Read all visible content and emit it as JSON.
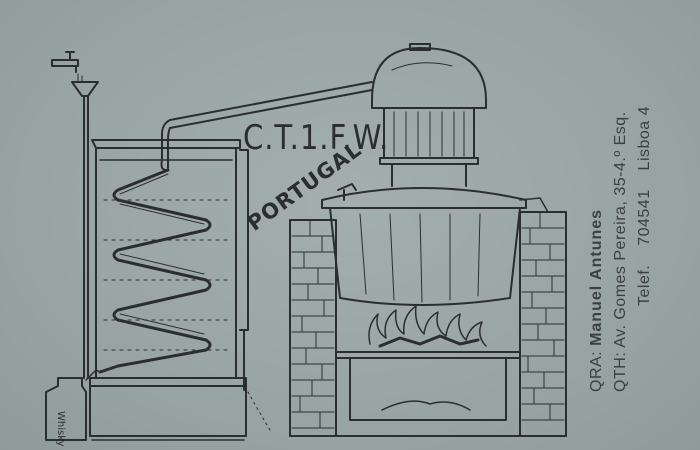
{
  "card": {
    "callsign": "C.T.1.F.W.",
    "country": "PORTUGAL",
    "bottle_label": "Whisky",
    "qra_label": "QRA:",
    "qra_name": "Manuel Antunes",
    "qth_label": "QTH:",
    "qth_address": "Av. Gomes Pereira, 35-4.º Esq.",
    "phone_label": "Telef.",
    "phone_number": "704541",
    "city": "Lisboa 4"
  },
  "colors": {
    "card_background": "#9aa6a6",
    "ink": "#2b2e30"
  },
  "icons": [
    "alembic-still-icon",
    "condenser-coil-icon",
    "water-tap-icon",
    "funnel-icon",
    "whisky-bottle-icon",
    "fire-icon"
  ]
}
